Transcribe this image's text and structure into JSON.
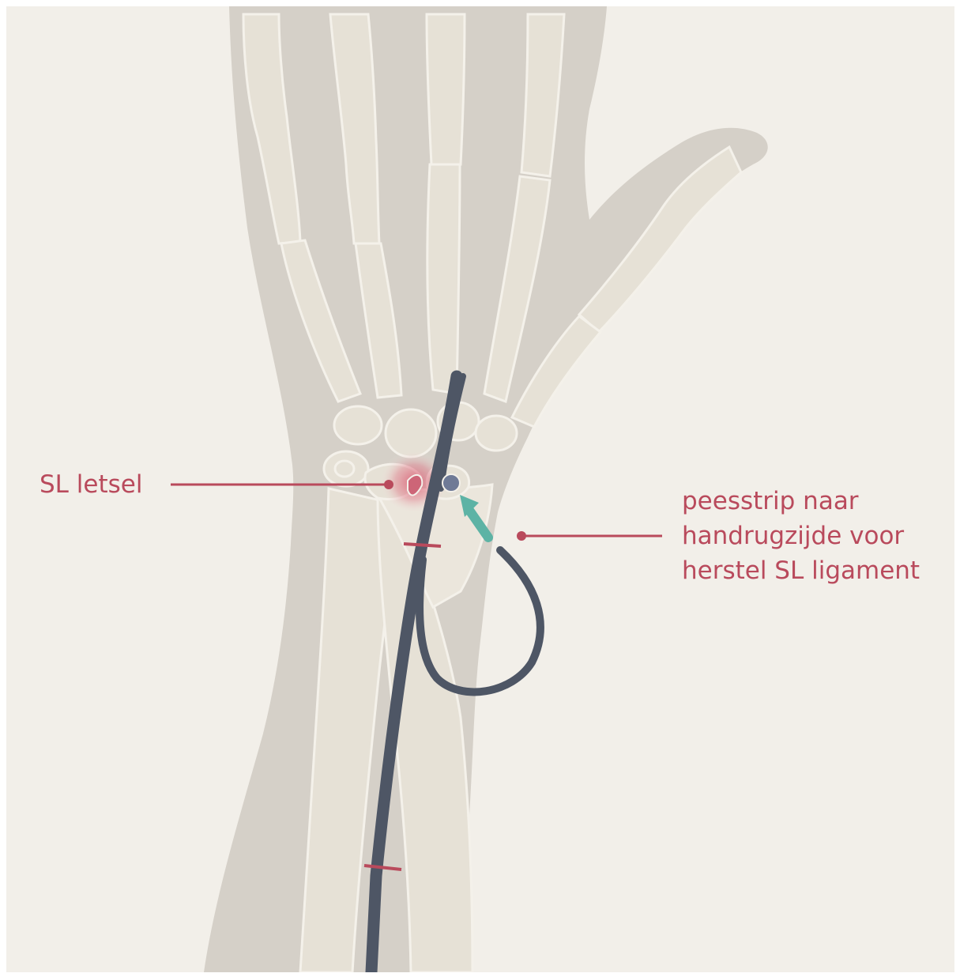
{
  "labels": {
    "sl_injury": "SL letsel",
    "tendon_strip_line1": "peesstrip naar",
    "tendon_strip_line2": "handrugzijde voor",
    "tendon_strip_line3": "herstel SL ligament"
  },
  "colors": {
    "background": "#f2efe9",
    "soft_tissue": "#d5d0c8",
    "bone": "#e6e1d6",
    "bone_outline": "#f4f1ea",
    "tendon": "#4e5665",
    "label": "#b94a5c",
    "arrow": "#5db3a5",
    "injury_glow": "#d9586f"
  },
  "icons": [
    "hand-silhouette",
    "bone-outline",
    "tendon-strip",
    "arrow-icon",
    "suture-mark",
    "injury-glow"
  ]
}
